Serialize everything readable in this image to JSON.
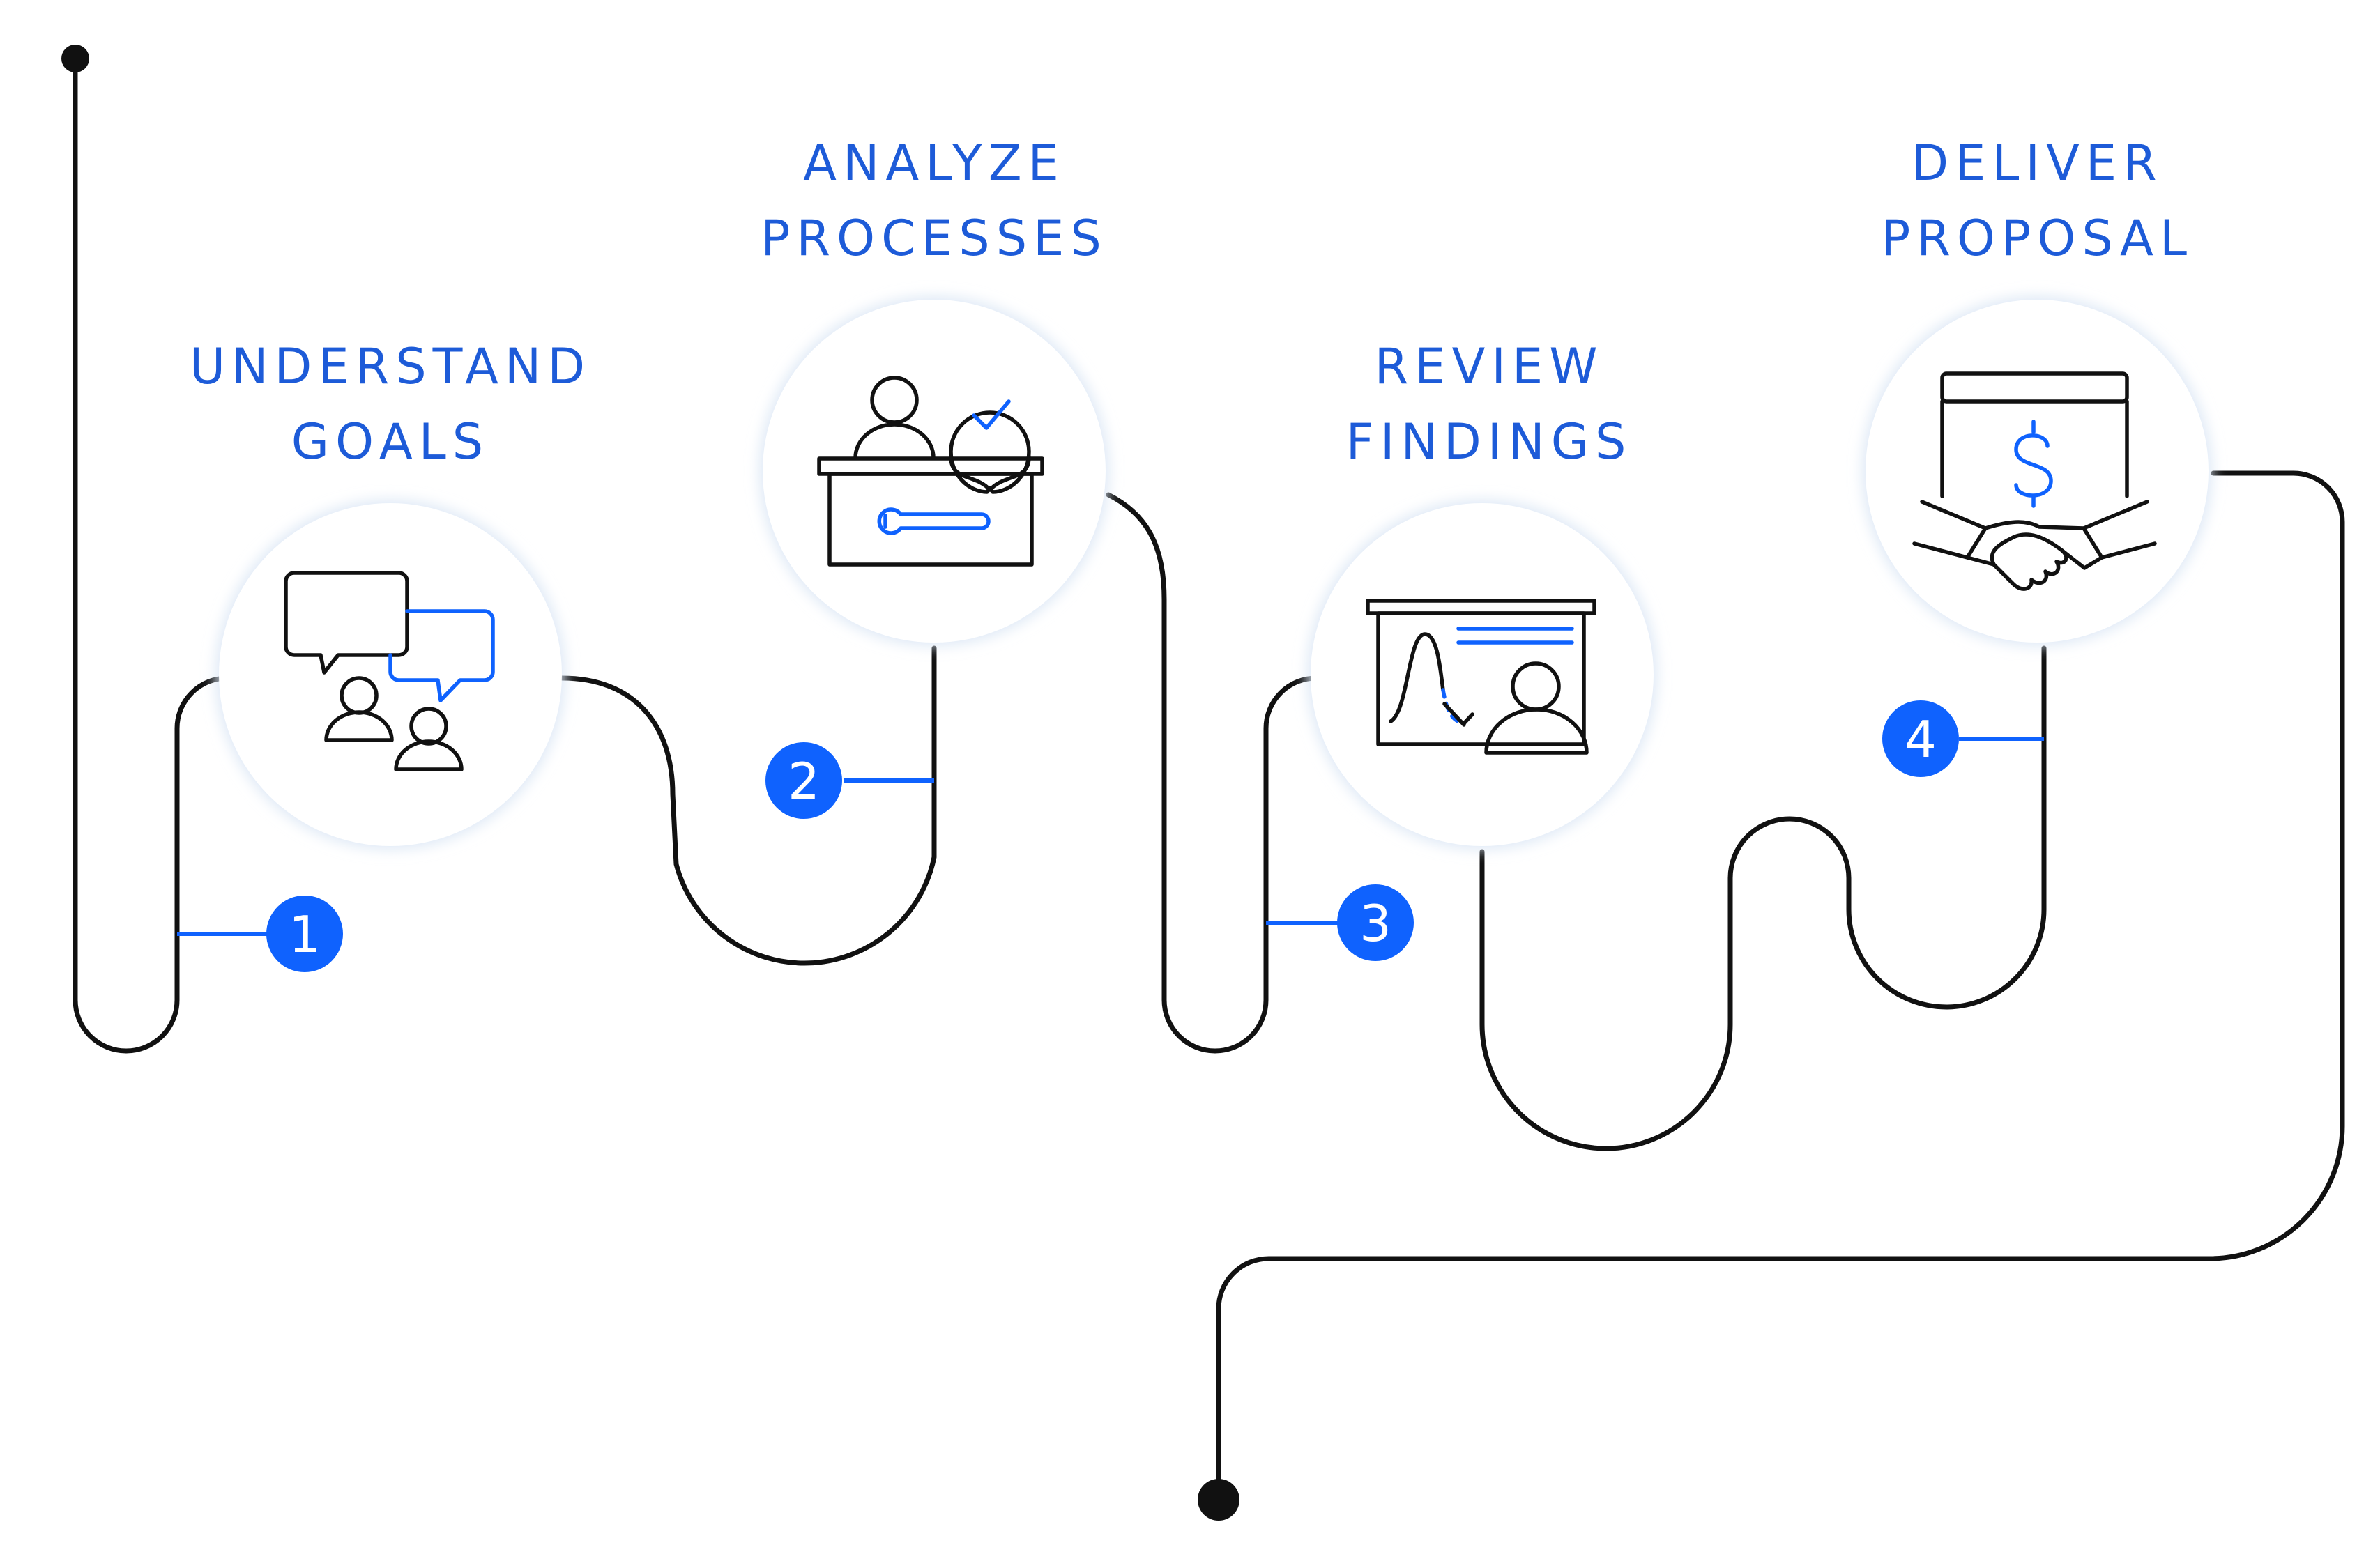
{
  "colors": {
    "accent": "#0f62fe",
    "title": "#1d5bd8",
    "line": "#111111",
    "circle_fill": "#ffffff",
    "circle_glow": "#dce7f5"
  },
  "steps": [
    {
      "number": "1",
      "title_line1": "UNDERSTAND",
      "title_line2": "GOALS",
      "icon": "conversation-people-icon"
    },
    {
      "number": "2",
      "title_line1": "ANALYZE",
      "title_line2": "PROCESSES",
      "icon": "desk-wrench-checkmark-icon"
    },
    {
      "number": "3",
      "title_line1": "REVIEW",
      "title_line2": "FINDINGS",
      "icon": "presentation-board-icon"
    },
    {
      "number": "4",
      "title_line1": "DELIVER",
      "title_line2": "PROPOSAL",
      "icon": "handshake-dollar-icon"
    }
  ]
}
